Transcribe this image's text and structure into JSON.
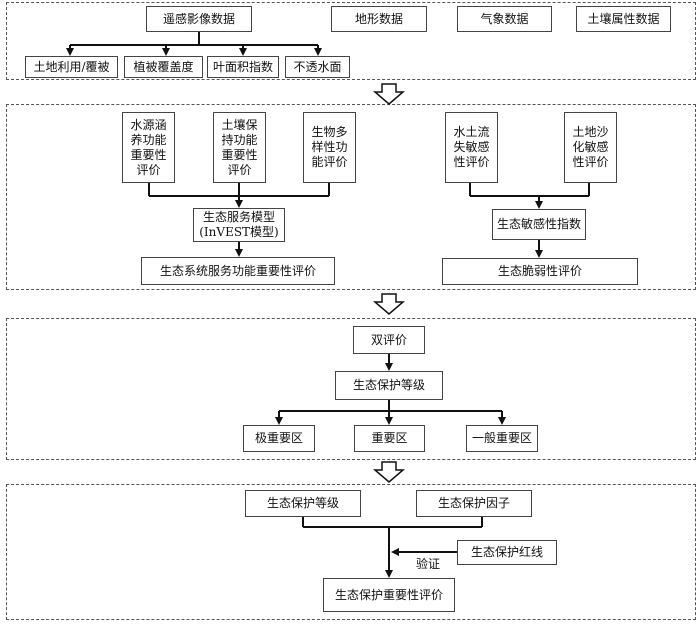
{
  "section1": {
    "remote": "遥感影像数据",
    "terrain": "地形数据",
    "climate": "气象数据",
    "soil_attr": "土壤属性数据",
    "landuse": "土地利用/覆被",
    "veg": "植被覆盖度",
    "lai": "叶面积指数",
    "impervious": "不透水面"
  },
  "section2": {
    "water": "水源涵\n养功能\n重要性\n评价",
    "soilcons": "土壤保\n持功能\n重要性\n评价",
    "bio": "生物多\n样性功\n能评价",
    "invest": "生态服务模型\n(InVEST模型)",
    "eco_service": "生态系统服务功能重要性评价",
    "erosion": "水土流\n失敏感\n性评价",
    "desert": "土地沙\n化敏感\n性评价",
    "sens_index": "生态敏感性指数",
    "fragile": "生态脆弱性评价"
  },
  "section3": {
    "dual": "双评价",
    "level": "生态保护等级",
    "very_important": "极重要区",
    "important": "重要区",
    "general": "一般重要区"
  },
  "section4": {
    "level": "生态保护等级",
    "factor": "生态保护因子",
    "redline": "生态保护红线",
    "verify": "验证",
    "result": "生态保护重要性评价"
  }
}
